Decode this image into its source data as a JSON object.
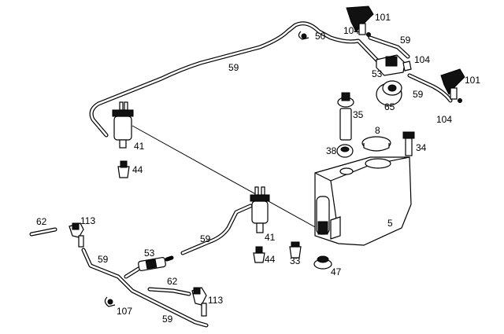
{
  "labels": {
    "n101a": "101",
    "n104a": "104",
    "n50": "50",
    "n59a": "59",
    "n59top": "59",
    "n104b": "104",
    "n53a": "53",
    "n101b": "101",
    "n65": "65",
    "n59b": "59",
    "n104c": "104",
    "n35": "35",
    "n8": "8",
    "n38": "38",
    "n34": "34",
    "n41a": "41",
    "n44a": "44",
    "n5": "5",
    "n62a": "62",
    "n113a": "113",
    "n59c": "59",
    "n41b": "41",
    "n53b": "53",
    "n59d": "59",
    "n44b": "44",
    "n33": "33",
    "n47": "47",
    "n62b": "62",
    "n113b": "113",
    "n107": "107",
    "n59e": "59"
  }
}
